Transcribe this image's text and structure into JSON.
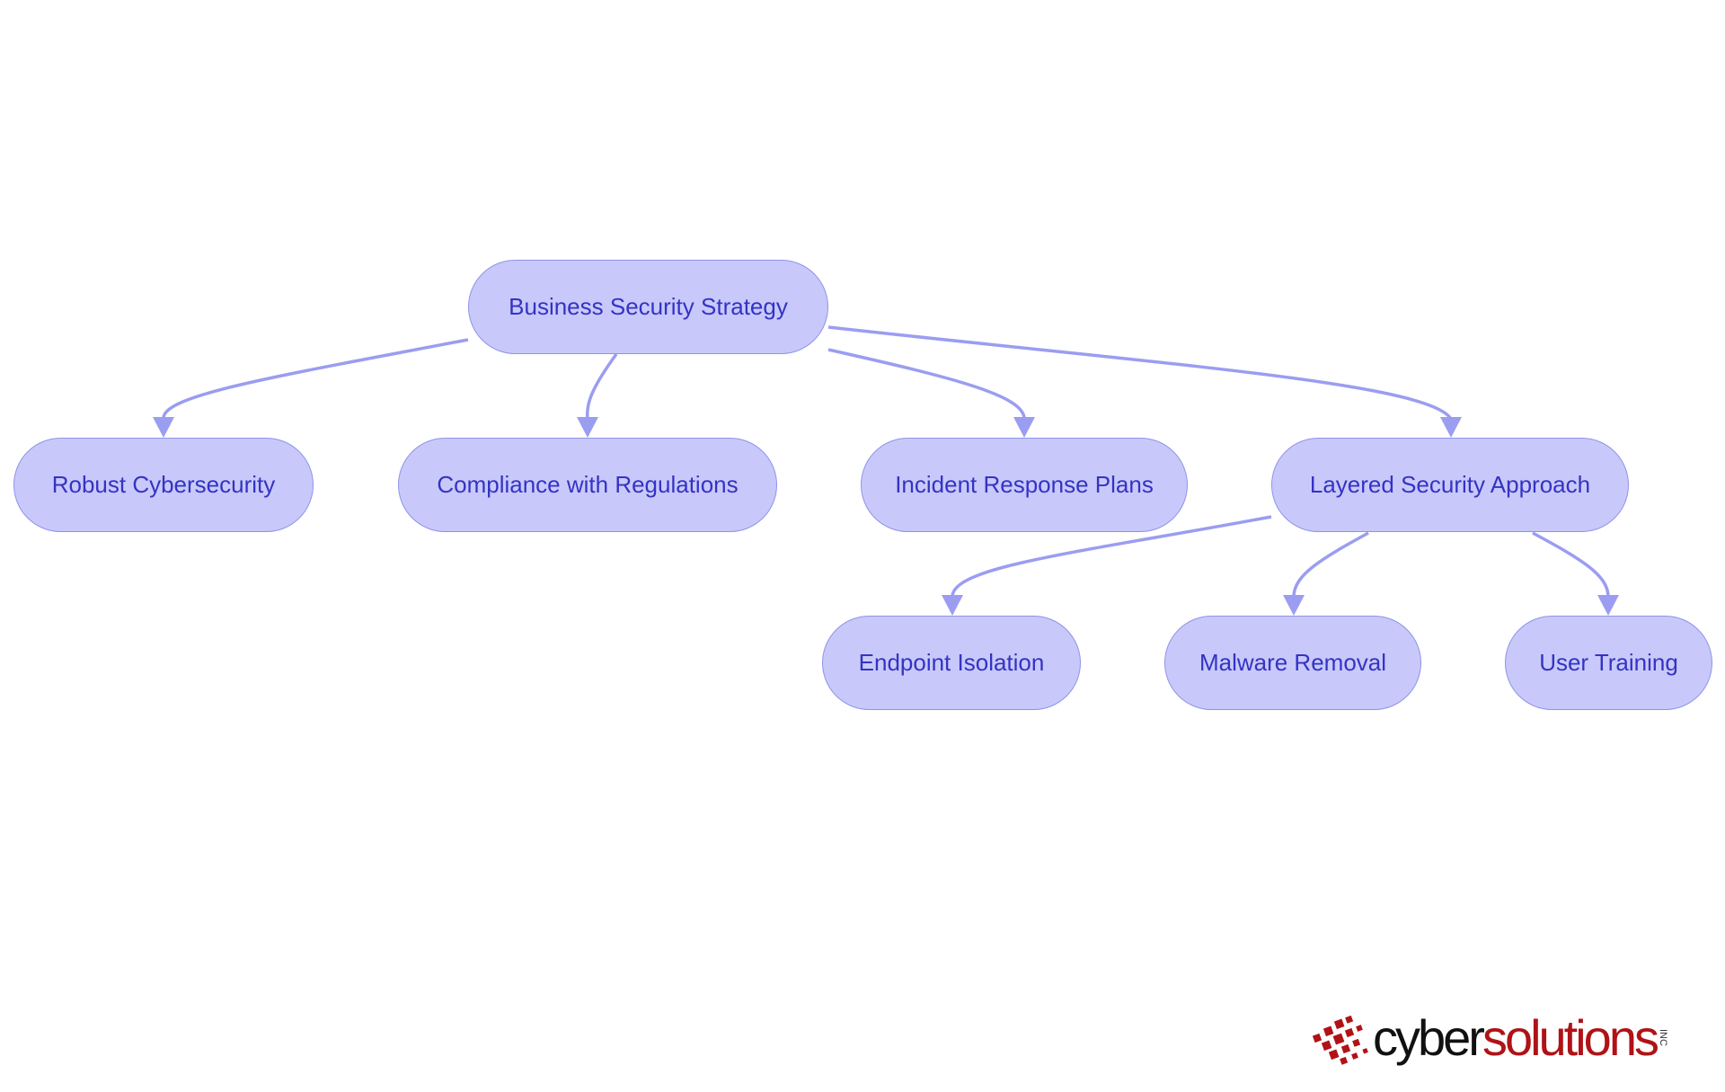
{
  "diagram": {
    "colors": {
      "node_fill": "#c8c9fa",
      "node_border": "#8f93e8",
      "node_text": "#3433c4",
      "edge": "#9a9df0"
    },
    "nodes": {
      "root": "Business Security Strategy",
      "robust": "Robust Cybersecurity",
      "compliance": "Compliance with Regulations",
      "incident": "Incident Response Plans",
      "layered": "Layered Security Approach",
      "endpoint": "Endpoint Isolation",
      "malware": "Malware Removal",
      "training": "User Training"
    },
    "edges": [
      {
        "from": "root",
        "to": "robust"
      },
      {
        "from": "root",
        "to": "compliance"
      },
      {
        "from": "root",
        "to": "incident"
      },
      {
        "from": "root",
        "to": "layered"
      },
      {
        "from": "layered",
        "to": "endpoint"
      },
      {
        "from": "layered",
        "to": "malware"
      },
      {
        "from": "layered",
        "to": "training"
      }
    ]
  },
  "logo": {
    "text_dark": "cyber",
    "text_red": "solutions",
    "suffix": "INC",
    "colors": {
      "dark": "#111111",
      "red": "#b01216"
    }
  }
}
